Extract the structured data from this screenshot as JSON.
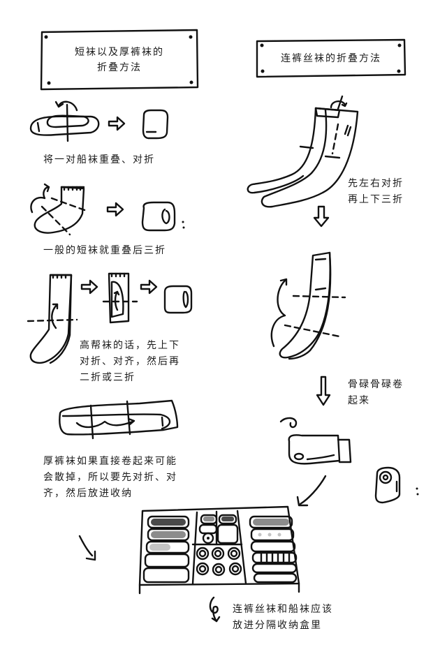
{
  "left_section": {
    "title_lines": [
      "短袜以及厚裤袜的",
      "折叠方法"
    ],
    "steps": [
      {
        "id": "boat-socks",
        "text": "将一对船袜重叠、对折"
      },
      {
        "id": "short-socks",
        "text": "一般的短袜就重叠后三折"
      },
      {
        "id": "high-socks",
        "lines": [
          "高帮袜的话，先上下",
          "对折、对齐，然后再",
          "二折或三折"
        ]
      },
      {
        "id": "thick-tights",
        "lines": [
          "厚裤袜如果直接卷起来可能",
          "会散掉，所以要先对折、对",
          "齐，然后放进收纳"
        ]
      }
    ]
  },
  "right_section": {
    "title": "连裤丝袜的折叠方法",
    "steps": [
      {
        "id": "fold-halves",
        "lines": [
          "先左右对折",
          "再上下三折"
        ]
      },
      {
        "id": "roll-up",
        "lines": [
          "骨碌骨碌卷",
          "起来"
        ]
      }
    ]
  },
  "storage": {
    "lines": [
      "连裤丝袜和船袜应该",
      "放进分隔收纳盒里"
    ],
    "compartments": [
      "folded-socks-stack",
      "rolled-stockings-grid",
      "folded-tights-stack"
    ]
  },
  "colors": {
    "ink": "#111111",
    "paper": "#ffffff",
    "dark_gray": "#4a4a4a",
    "mid_gray": "#8c8c8c",
    "light_gray": "#c4c4c4"
  }
}
